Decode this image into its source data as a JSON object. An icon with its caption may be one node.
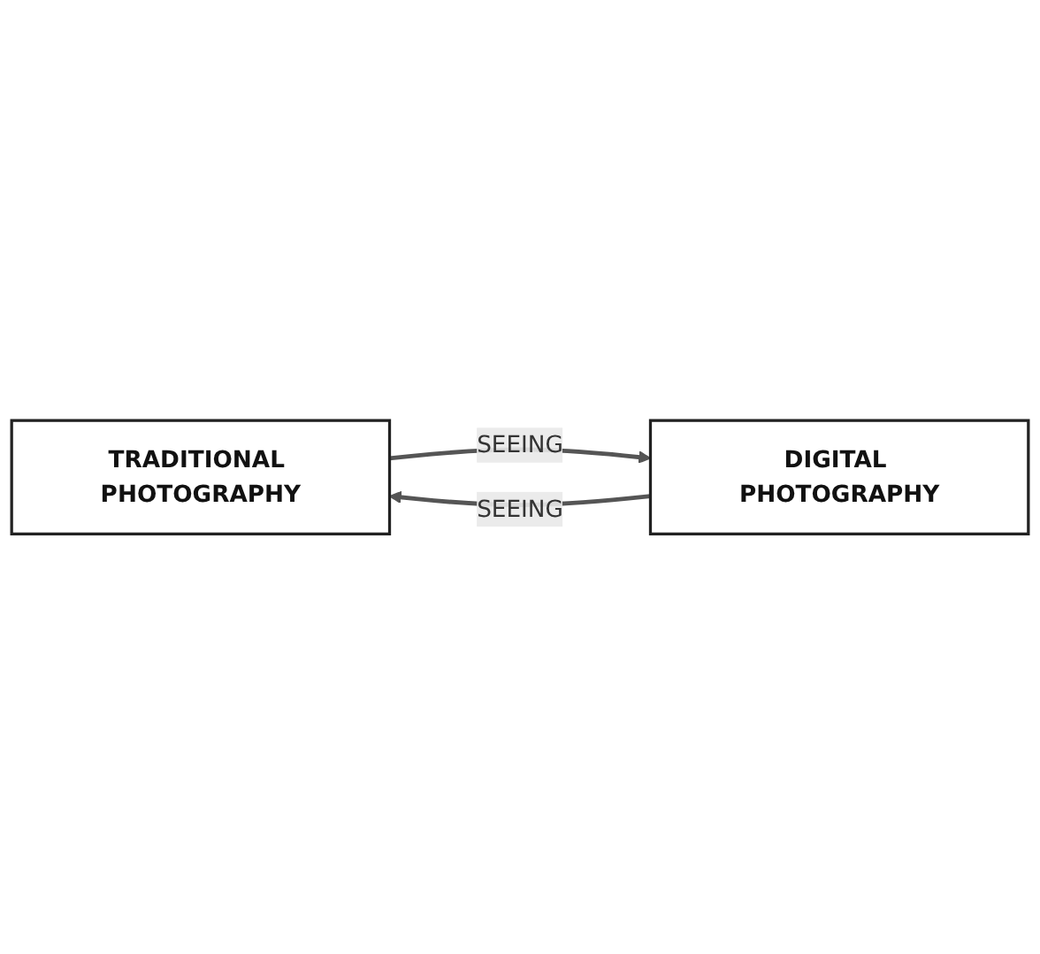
{
  "diagram": {
    "nodes": [
      {
        "text": [
          "TRADITIONAL PHOTOGRAPHY"
        ]
      },
      {
        "text": [
          "DIGITAL PHOTOGRAPHY"
        ]
      }
    ],
    "edges": [
      {
        "from": 1,
        "to": 0,
        "arrow": "to",
        "label": "SEEING"
      },
      {
        "from": 0,
        "to": 1,
        "arrow": "to",
        "label": "SEEING"
      }
    ]
  }
}
